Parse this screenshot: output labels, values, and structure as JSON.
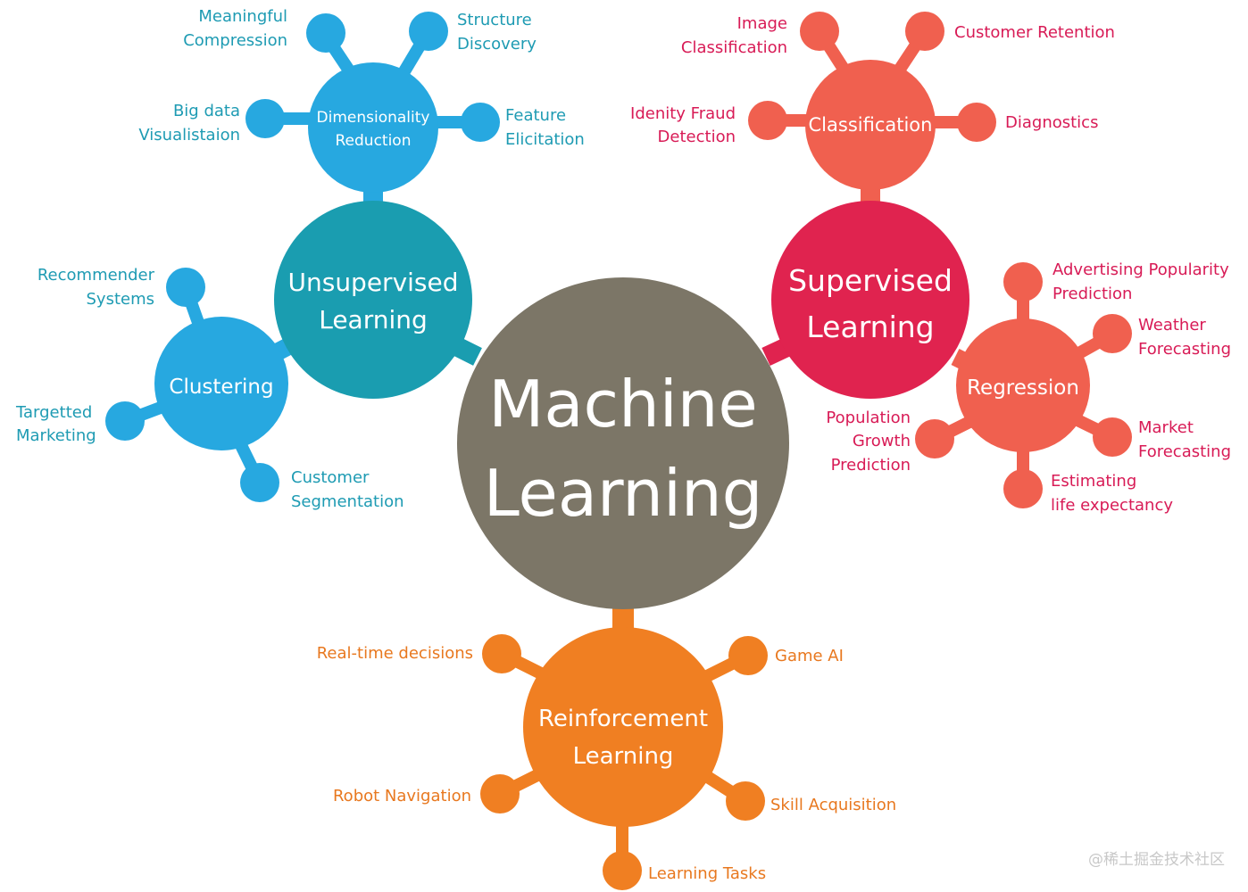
{
  "colors": {
    "center": "#7c7667",
    "unsupervised": "#1a9db0",
    "unsupervised_sub": "#27a8e0",
    "unsupervised_text": "#1e9bb3",
    "supervised": "#e0234f",
    "supervised_sub": "#f0604f",
    "supervised_text": "#d81b56",
    "reinforcement": "#f07f22",
    "reinforcement_text": "#e8781f",
    "white": "#ffffff"
  },
  "center": {
    "line1": "Machine",
    "line2": "Learning"
  },
  "unsupervised": {
    "line1": "Unsupervised",
    "line2": "Learning",
    "dimensionality": {
      "line1": "Dimensionality",
      "line2": "Reduction",
      "leaves": [
        {
          "line1": "Meaningful",
          "line2": "Compression"
        },
        {
          "line1": "Structure",
          "line2": "Discovery"
        },
        {
          "line1": "Big data",
          "line2": "Visualistaion"
        },
        {
          "line1": "Feature",
          "line2": "Elicitation"
        }
      ]
    },
    "clustering": {
      "label": "Clustering",
      "leaves": [
        {
          "line1": "Recommender",
          "line2": "Systems"
        },
        {
          "line1": "Targetted",
          "line2": "Marketing"
        },
        {
          "line1": "Customer",
          "line2": "Segmentation"
        }
      ]
    }
  },
  "supervised": {
    "line1": "Supervised",
    "line2": "Learning",
    "classification": {
      "label": "Classification",
      "leaves": [
        {
          "line1": "Image",
          "line2": "Classification"
        },
        {
          "line1": "Customer Retention"
        },
        {
          "line1": "Idenity Fraud",
          "line2": "Detection"
        },
        {
          "line1": "Diagnostics"
        }
      ]
    },
    "regression": {
      "label": "Regression",
      "leaves": [
        {
          "line1": "Advertising Popularity",
          "line2": "Prediction"
        },
        {
          "line1": "Weather",
          "line2": "Forecasting"
        },
        {
          "line1": "Population",
          "line2": "Growth",
          "line3": "Prediction"
        },
        {
          "line1": "Market",
          "line2": "Forecasting"
        },
        {
          "line1": "Estimating",
          "line2": "life expectancy"
        }
      ]
    }
  },
  "reinforcement": {
    "line1": "Reinforcement",
    "line2": "Learning",
    "leaves": [
      {
        "line1": "Real-time decisions"
      },
      {
        "line1": "Game AI"
      },
      {
        "line1": "Robot Navigation"
      },
      {
        "line1": "Skill Acquisition"
      },
      {
        "line1": "Learning Tasks"
      }
    ]
  },
  "watermark": "@稀土掘金技术社区"
}
